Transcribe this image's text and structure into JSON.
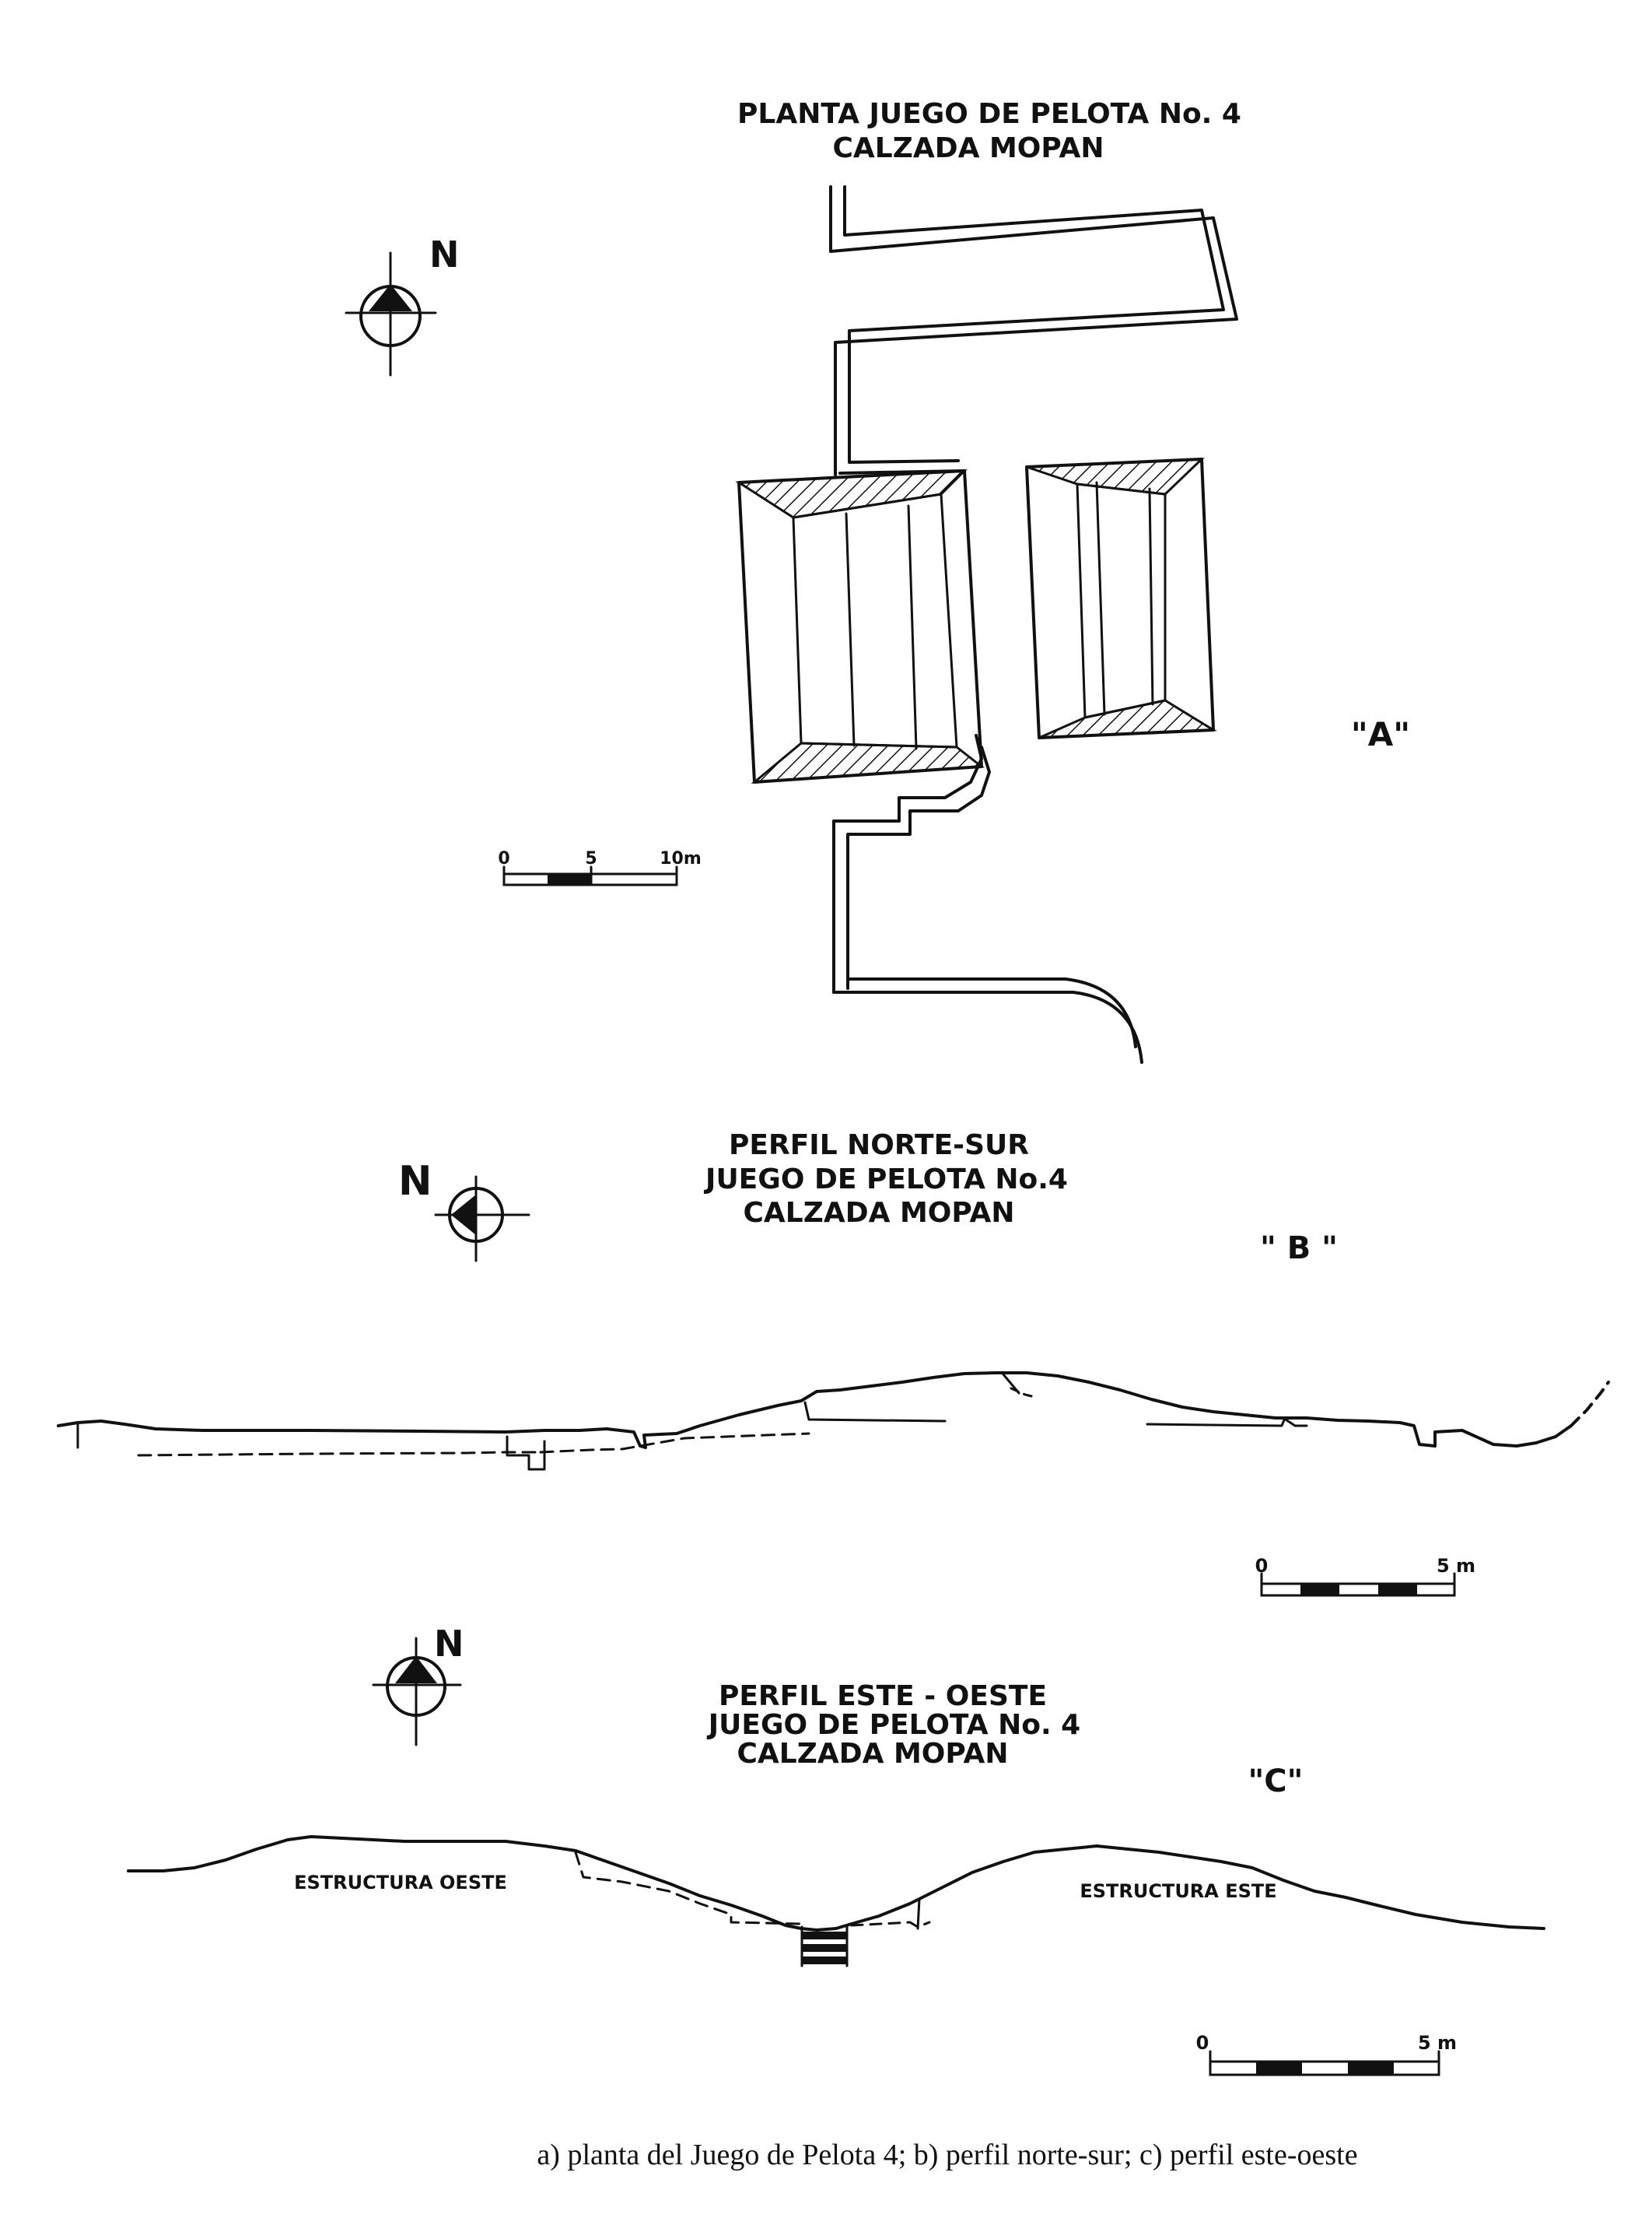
{
  "panel_a": {
    "title_line1": "PLANTA JUEGO DE PELOTA No. 4",
    "title_line2": "CALZADA MOPAN",
    "tag": "\"A\"",
    "north": "N",
    "scale": {
      "zero": "0",
      "mid": "5",
      "end": "10m"
    }
  },
  "panel_b": {
    "title_line1": "PERFIL NORTE-SUR",
    "title_line2": "JUEGO DE PELOTA No.4",
    "title_line3": "CALZADA MOPAN",
    "tag": "\" B \"",
    "north": "N",
    "scale": {
      "zero": "0",
      "end": "5 m"
    }
  },
  "panel_c": {
    "title_line1": "PERFIL ESTE - OESTE",
    "title_line2": "JUEGO DE PELOTA No. 4",
    "title_line3": "CALZADA MOPAN",
    "tag": "\"C\"",
    "north": "N",
    "label_west": "ESTRUCTURA OESTE",
    "label_east": "ESTRUCTURA ESTE",
    "scale": {
      "zero": "0",
      "end": "5 m"
    }
  },
  "caption": "a) planta del Juego de Pelota 4; b) perfil norte-sur; c) perfil este-oeste"
}
